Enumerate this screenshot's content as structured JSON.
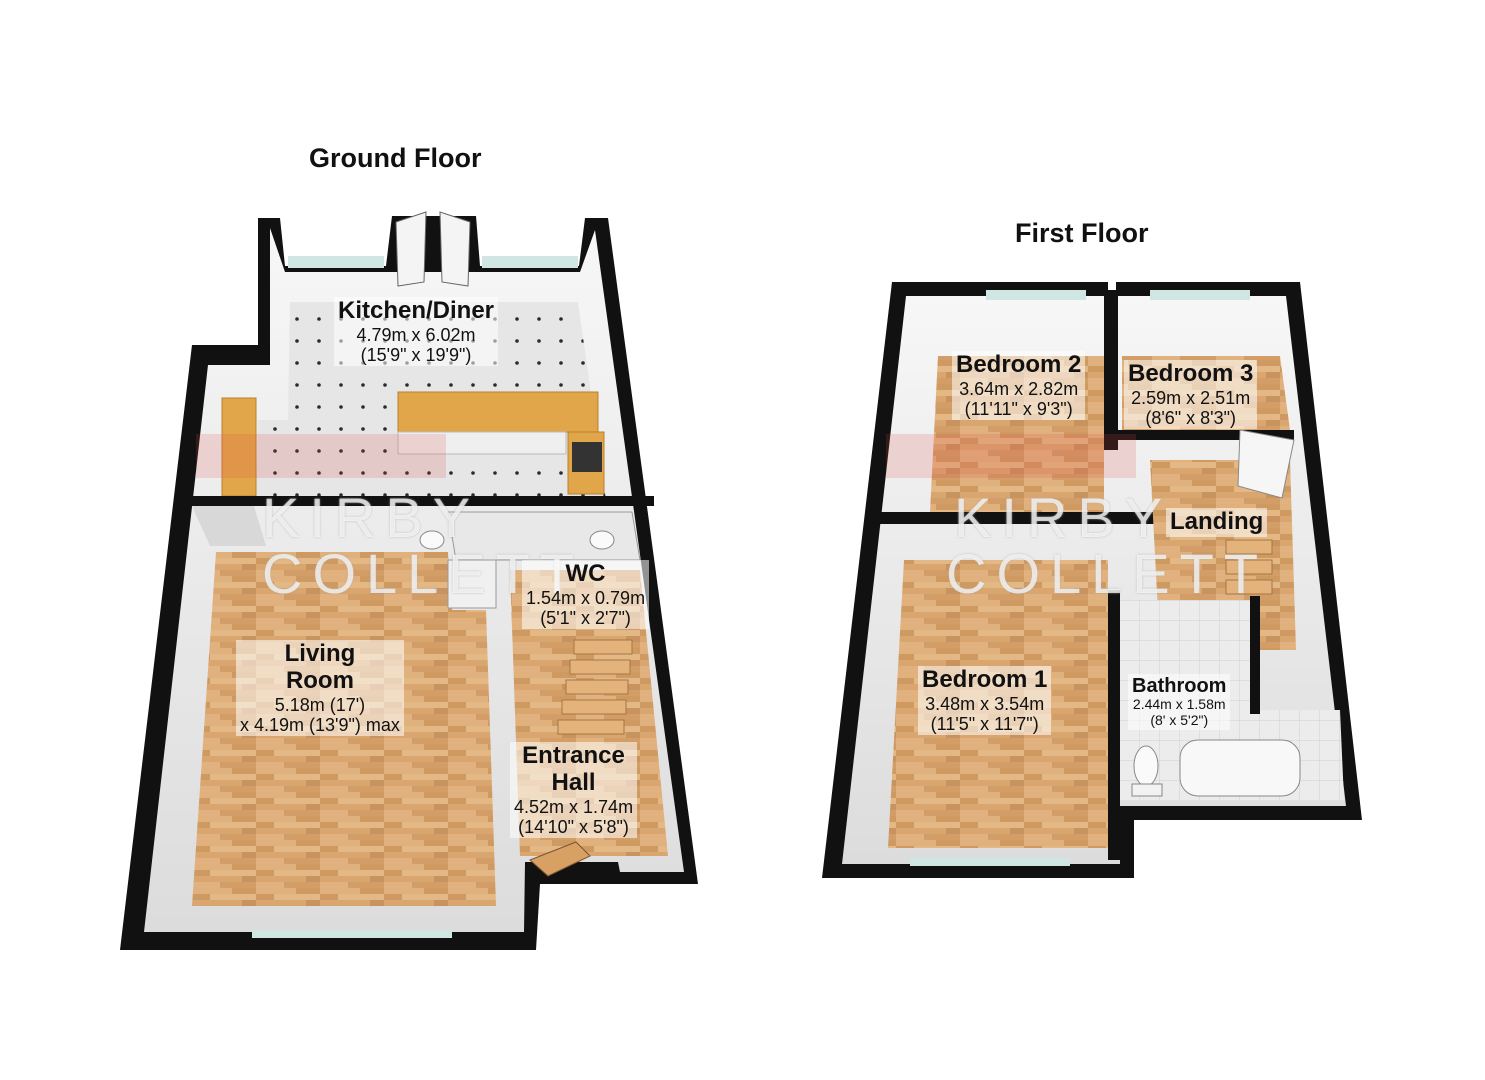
{
  "floors": {
    "ground": {
      "title": "Ground Floor",
      "rooms": {
        "kitchen": {
          "name": "Kitchen/Diner",
          "dim_m": "4.79m x 6.02m",
          "dim_ft": "(15'9\" x 19'9\")"
        },
        "living": {
          "name_line1": "Living",
          "name_line2": "Room",
          "dim_line1": "5.18m (17')",
          "dim_line2": "x 4.19m (13'9\") max"
        },
        "wc": {
          "name": "WC",
          "dim_m": "1.54m x 0.79m",
          "dim_ft": "(5'1\" x 2'7\")"
        },
        "hall": {
          "name_line1": "Entrance",
          "name_line2": "Hall",
          "dim_m": "4.52m x 1.74m",
          "dim_ft": "(14'10\" x 5'8\")"
        }
      }
    },
    "first": {
      "title": "First Floor",
      "rooms": {
        "bedroom2": {
          "name": "Bedroom 2",
          "dim_m": "3.64m x 2.82m",
          "dim_ft": "(11'11\" x 9'3\")"
        },
        "bedroom3": {
          "name": "Bedroom 3",
          "dim_m": "2.59m x 2.51m",
          "dim_ft": "(8'6\" x 8'3\")"
        },
        "landing": {
          "name": "Landing"
        },
        "bedroom1": {
          "name": "Bedroom 1",
          "dim_m": "3.48m x 3.54m",
          "dim_ft": "(11'5\" x 11'7\")"
        },
        "bathroom": {
          "name": "Bathroom",
          "dim_m": "2.44m x 1.58m",
          "dim_ft": "(8' x 5'2\")"
        }
      }
    }
  },
  "watermark": {
    "line1": "KIRBY",
    "line2": "COLLETT"
  },
  "colors": {
    "wood": "#d7a46e",
    "tile": "#e4e4e4",
    "wall": "#111111",
    "interior_wall": "#f1f1f1",
    "worktop": "#e2a64a",
    "brand_red": "#e04848"
  }
}
